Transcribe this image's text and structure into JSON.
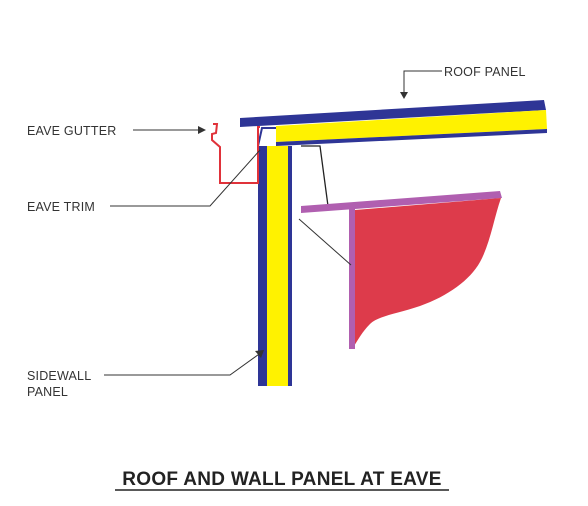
{
  "labels": {
    "roof_panel": "ROOF PANEL",
    "eave_gutter": "EAVE GUTTER",
    "eave_trim": "EAVE TRIM",
    "sidewall_line1": "SIDEWALL",
    "sidewall_line2": "PANEL"
  },
  "title": "ROOF AND WALL PANEL AT EAVE",
  "colors": {
    "panel_skin": "#2e3596",
    "insulation": "#fff200",
    "gutter": "#e0323a",
    "bracket": "#dd3b4b",
    "bracket_edge": "#b05fb0",
    "leader": "#333333"
  }
}
